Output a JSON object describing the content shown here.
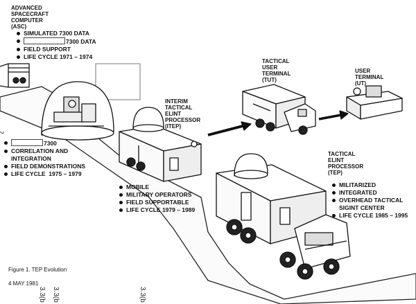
{
  "asc": {
    "title": "ADVANCED\nSPACECRAFT\nCOMPUTER\n(ASC)",
    "items": [
      "SIMULATED 7300 DATA",
      "7300 DATA",
      "FIELD SUPPORT",
      "LIFE CYCLE 1971 – 1974"
    ]
  },
  "stage2": {
    "items": [
      "7300",
      "CORRELATION AND\nINTEGRATION",
      "FIELD DEMONSTRATIONS",
      "LIFE CYCLE  1975 – 1979"
    ]
  },
  "itep": {
    "title": "INTERIM\nTACTICAL\nELINT\nPROCESSOR\n(ITEP)",
    "items": [
      "MOBILE",
      "MILITARY OPERATORS",
      "FIELD SUPPORTABLE",
      "LIFE CYCLE 1979 – 1989"
    ]
  },
  "tut": {
    "title": "TACTICAL\nUSER\nTERMINAL\n(TUT)"
  },
  "ut": {
    "title": "USER\nTERMINAL\n(UT)"
  },
  "tep": {
    "title": "TACTICAL\nELINT\nPROCESSOR\n(TEP)",
    "items": [
      "MILITARIZED",
      "INTEGRATED",
      "OVERHEAD TACTICAL\nSIGINT CENTER",
      "LIFE CYCLE 1985 – 1995"
    ]
  },
  "caption": "Figure 1.  TEP Evolution",
  "date": "4 MAY 1981",
  "stamps": [
    "3.3(b",
    "3.3(b",
    "3.3(b"
  ],
  "margin_mark": "2"
}
